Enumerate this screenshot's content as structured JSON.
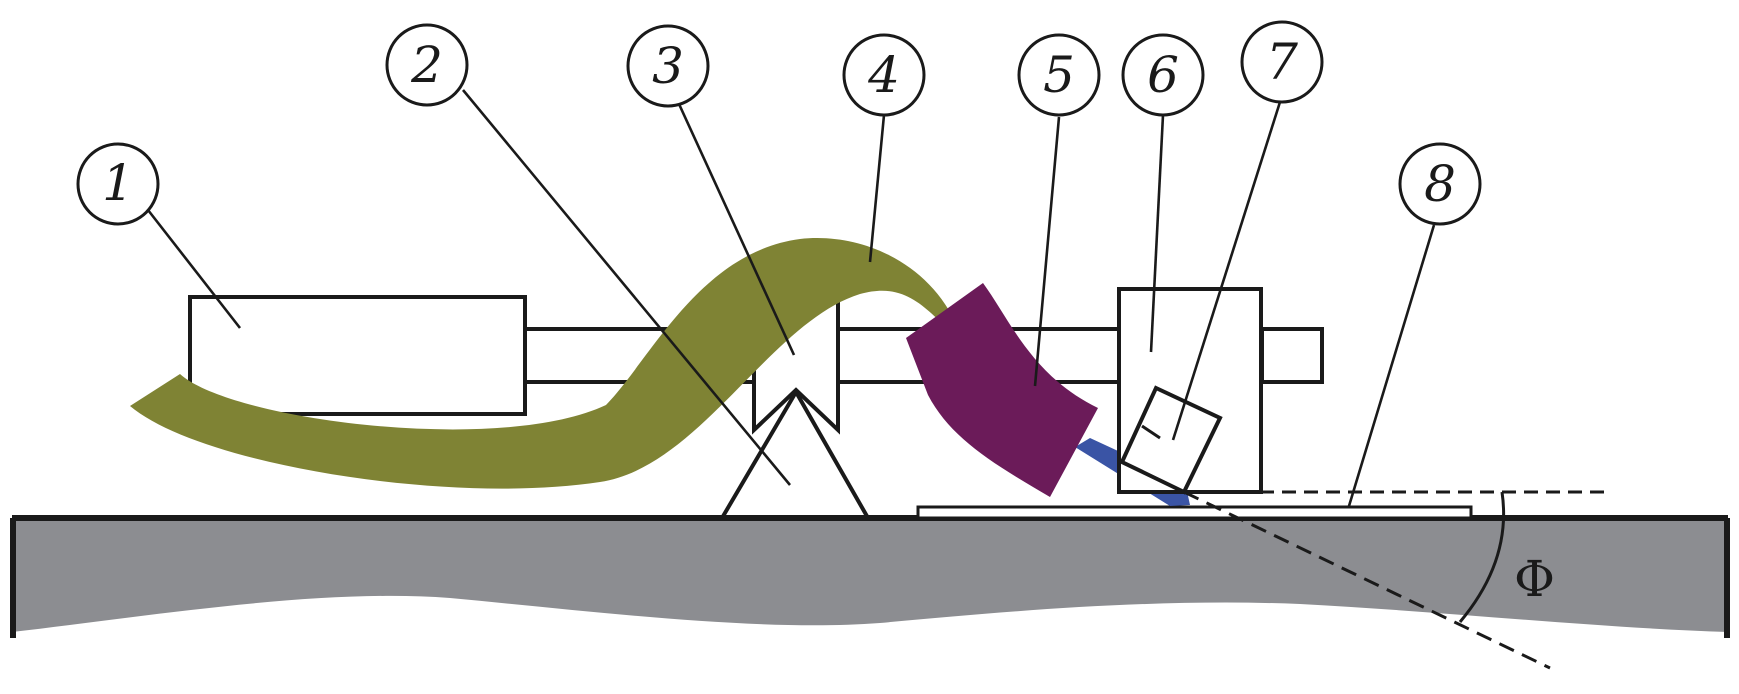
{
  "figure": {
    "callouts": [
      {
        "id": "1",
        "label": "1"
      },
      {
        "id": "2",
        "label": "2"
      },
      {
        "id": "3",
        "label": "3"
      },
      {
        "id": "4",
        "label": "4"
      },
      {
        "id": "5",
        "label": "5"
      },
      {
        "id": "6",
        "label": "6"
      },
      {
        "id": "7",
        "label": "7"
      },
      {
        "id": "8",
        "label": "8"
      }
    ],
    "angle_label": "Φ"
  },
  "colors": {
    "ground": "#8c8d91",
    "cable_olive": "#7f8334",
    "clamp_purple": "#6b1b59",
    "strip_blue": "#3a54a5",
    "outline": "#1a1a1a"
  }
}
